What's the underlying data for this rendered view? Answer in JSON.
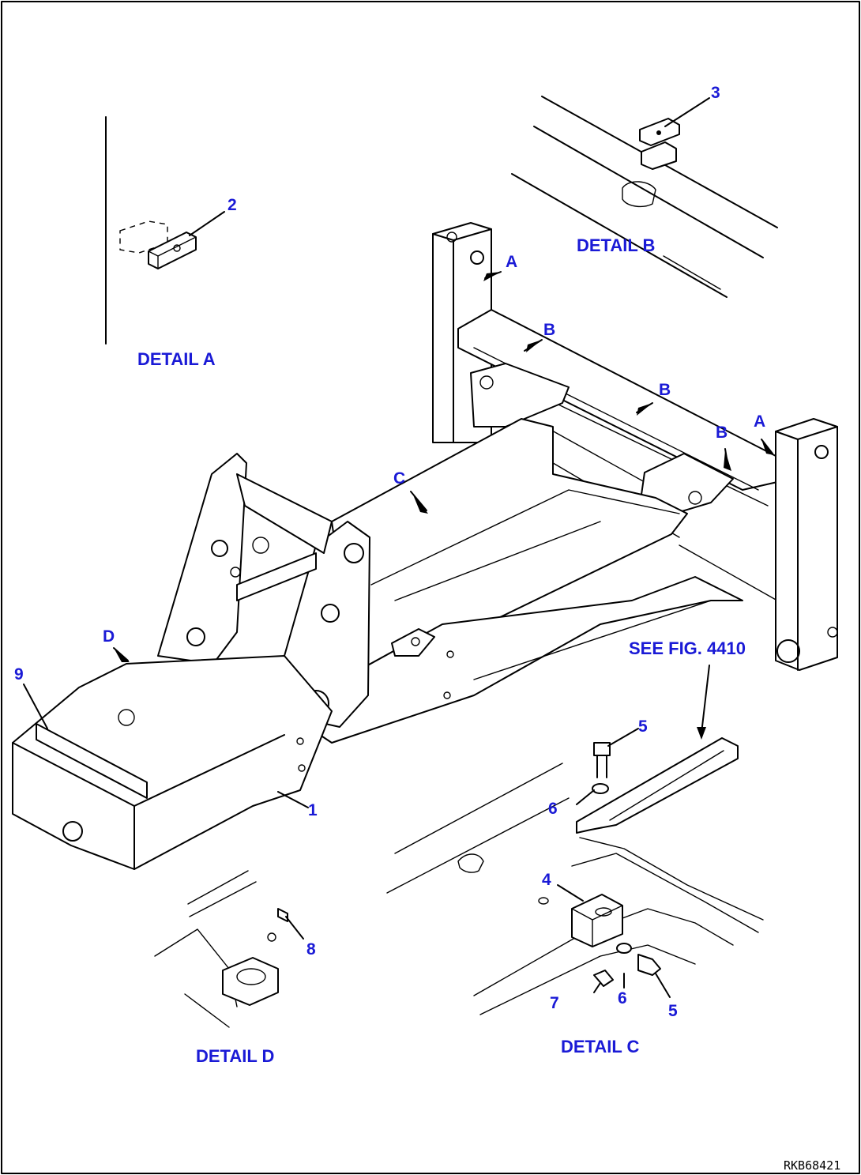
{
  "details": {
    "a": "DETAIL A",
    "b": "DETAIL B",
    "c": "DETAIL C",
    "d": "DETAIL D"
  },
  "see_fig": "SEE FIG. 4410",
  "figure_ref": "RKB68421",
  "callouts": {
    "p1": "1",
    "p2": "2",
    "p3": "3",
    "p4": "4",
    "p5": "5",
    "p6": "6",
    "p7": "7",
    "p8": "8",
    "p9": "9"
  },
  "view_letters": {
    "a": "A",
    "b": "B",
    "c": "C",
    "d": "D"
  },
  "colors": {
    "label": "#1a1ad6",
    "line": "#000000",
    "background": "#ffffff"
  }
}
